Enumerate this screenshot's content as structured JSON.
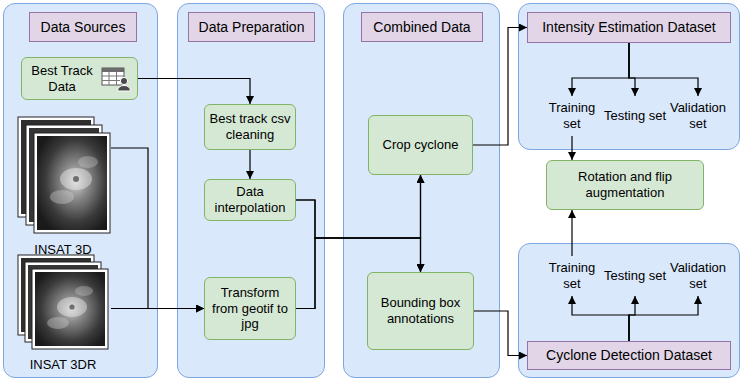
{
  "diagram": {
    "nodes": [
      {
        "text": [
          "Data Sources"
        ]
      },
      {
        "text": [
          "Best Track Data"
        ],
        "in": 0
      },
      {
        "text": [
          "INSAT 3D"
        ],
        "in": 0
      },
      {
        "text": [
          "INSAT 3DR"
        ],
        "in": 0
      },
      {
        "text": [
          "Data Preparation"
        ]
      },
      {
        "text": [
          "Best track csv cleaning"
        ],
        "in": 4
      },
      {
        "text": [
          "Data interpolation"
        ],
        "in": 4
      },
      {
        "text": [
          "Transform from geotif to jpg"
        ],
        "in": 4
      },
      {
        "text": [
          "Combined Data"
        ]
      },
      {
        "text": [
          "Crop cyclone"
        ],
        "in": 8
      },
      {
        "text": [
          "Bounding box annotations"
        ],
        "in": 8
      },
      {
        "text": [
          "Intensity Estimation Dataset"
        ]
      },
      {
        "text": [
          "Training set"
        ],
        "in": 11
      },
      {
        "text": [
          "Testing set"
        ],
        "in": 11
      },
      {
        "text": [
          "Validation set"
        ],
        "in": 11
      },
      {
        "text": [
          "Rotation and flip augmentation"
        ]
      },
      {
        "text": [
          "Cyclone Detection Dataset"
        ]
      },
      {
        "text": [
          "Training set"
        ],
        "in": 16
      },
      {
        "text": [
          "Testing set"
        ],
        "in": 16
      },
      {
        "text": [
          "Validation set"
        ],
        "in": 16
      }
    ],
    "edges": [
      {
        "from": 1,
        "to": 5,
        "arrow": "to"
      },
      {
        "from": 5,
        "to": 6,
        "arrow": "to"
      },
      {
        "from": 2,
        "to": 7,
        "arrow": "to"
      },
      {
        "from": 3,
        "to": 7,
        "arrow": "to"
      },
      {
        "from": 6,
        "to": 9,
        "arrow": "to"
      },
      {
        "from": 6,
        "to": 10,
        "arrow": "to"
      },
      {
        "from": 7,
        "to": 9,
        "arrow": "to"
      },
      {
        "from": 7,
        "to": 10,
        "arrow": "to"
      },
      {
        "from": 9,
        "to": 11,
        "arrow": "to"
      },
      {
        "from": 11,
        "to": 12,
        "arrow": "to"
      },
      {
        "from": 11,
        "to": 13,
        "arrow": "to"
      },
      {
        "from": 11,
        "to": 14,
        "arrow": "to"
      },
      {
        "from": 12,
        "to": 15,
        "arrow": "to"
      },
      {
        "from": 17,
        "to": 15,
        "arrow": "to"
      },
      {
        "from": 10,
        "to": 16,
        "arrow": "to"
      },
      {
        "from": 16,
        "to": 17,
        "arrow": "to"
      },
      {
        "from": 16,
        "to": 18,
        "arrow": "to"
      },
      {
        "from": 16,
        "to": 19,
        "arrow": "to"
      }
    ]
  }
}
